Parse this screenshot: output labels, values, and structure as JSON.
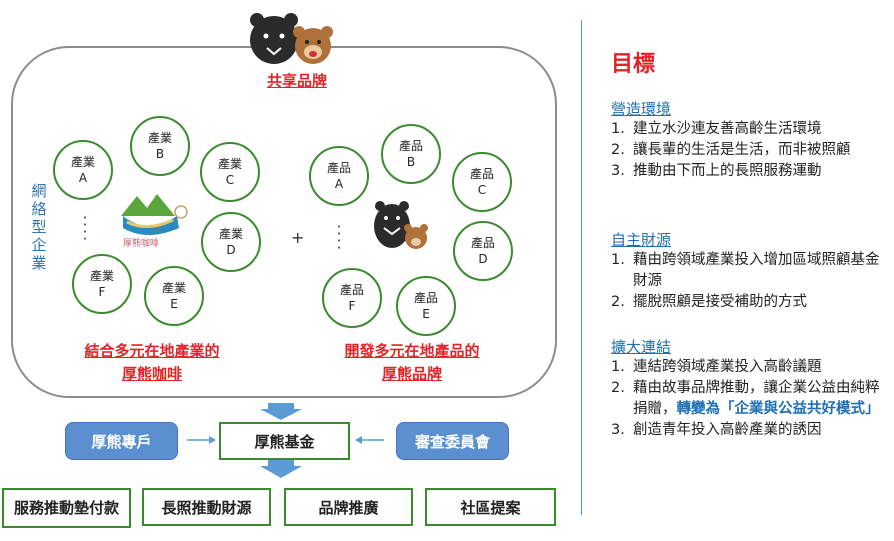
{
  "top": {
    "shared_brand": "共享品牌"
  },
  "network_label": "網絡型企業",
  "industries": [
    {
      "line1": "產業",
      "line2": "A"
    },
    {
      "line1": "產業",
      "line2": "B"
    },
    {
      "line1": "產業",
      "line2": "C"
    },
    {
      "line1": "產業",
      "line2": "D"
    },
    {
      "line1": "產業",
      "line2": "E"
    },
    {
      "line1": "產業",
      "line2": "F"
    }
  ],
  "products": [
    {
      "line1": "產品",
      "line2": "A"
    },
    {
      "line1": "產品",
      "line2": "B"
    },
    {
      "line1": "產品",
      "line2": "C"
    },
    {
      "line1": "產品",
      "line2": "D"
    },
    {
      "line1": "產品",
      "line2": "E"
    },
    {
      "line1": "產品",
      "line2": "F"
    }
  ],
  "plus": "+",
  "cafe_logo_text": "厚熊咖啡",
  "captions": {
    "left_line1": "結合多元在地產業的",
    "left_line2": "厚熊咖啡",
    "right_line1": "開發多元在地產品的",
    "right_line2": "厚熊品牌"
  },
  "flow": {
    "account": "厚熊專戶",
    "fund": "厚熊基金",
    "committee": "審查委員會",
    "outputs": [
      "服務推動墊付款",
      "長照推動財源",
      "品牌推廣",
      "社區提案"
    ]
  },
  "goals": {
    "title": "目標",
    "sections": [
      {
        "heading": "營造環境",
        "items": [
          "建立水沙連友善高齡生活環境",
          "讓長輩的生活是生活，而非被照顧",
          "推動由下而上的長照服務運動"
        ]
      },
      {
        "heading": "自主財源",
        "items": [
          "藉由跨領域產業投入增加區域照顧基金財源",
          "擺脫照顧是接受補助的方式"
        ]
      },
      {
        "heading": "擴大連結",
        "items": [
          "連結跨領域產業投入高齡議題",
          "藉由故事品牌推動，讓企業公益由純粹捐贈，",
          "創造青年投入高齡產業的誘因"
        ],
        "emphasis": "轉變為「企業與公益共好模式」"
      }
    ]
  },
  "colors": {
    "red": "#e1242a",
    "blue": "#2e75b6",
    "green": "#3a8a2e",
    "box_blue": "#5b8fcf"
  }
}
